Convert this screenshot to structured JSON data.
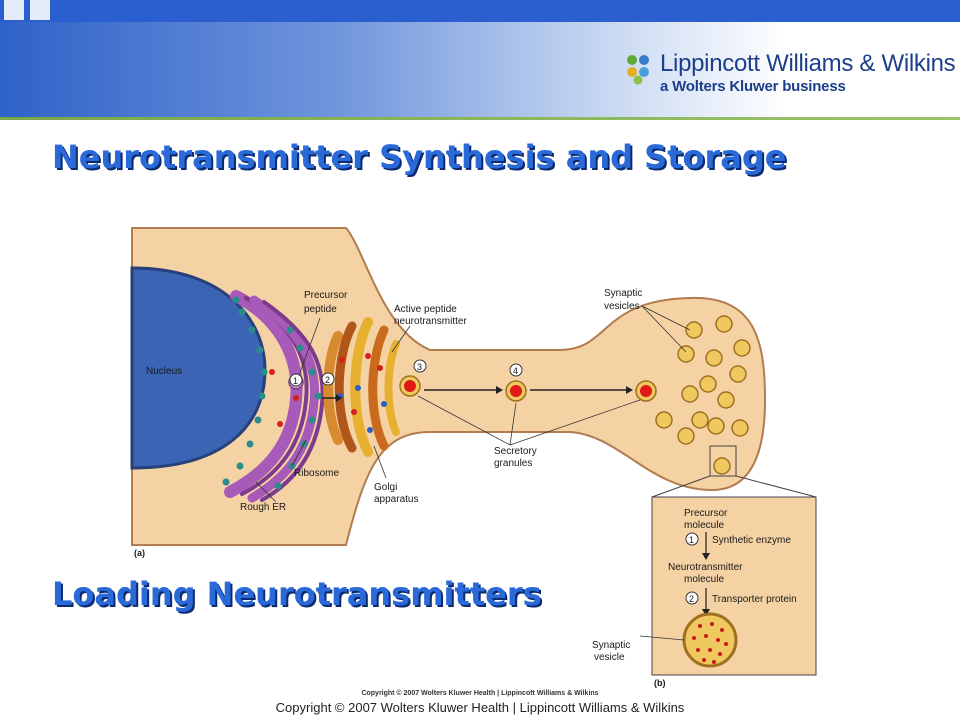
{
  "slide": {
    "title": "Neurotransmitter Synthesis and Storage",
    "subtitle": "Loading Neurotransmitters",
    "copyright_small": "Copyright © 2007 Wolters Kluwer Health | Lippincott Williams & Wilkins",
    "copyright_footer": "Copyright © 2007 Wolters Kluwer Health | Lippincott Williams & Wilkins"
  },
  "logo": {
    "name": "Lippincott Williams & Wilkins",
    "tagline": "a Wolters Kluwer business"
  },
  "figure_a": {
    "panel_label": "(a)",
    "labels": {
      "nucleus": "Nucleus",
      "precursor_1": "Precursor",
      "precursor_2": "peptide",
      "active_1": "Active peptide",
      "active_2": "neurotransmitter",
      "synaptic_1": "Synaptic",
      "synaptic_2": "vesicles",
      "ribosome": "Ribosome",
      "rough_er": "Rough ER",
      "golgi_1": "Golgi",
      "golgi_2": "apparatus",
      "secretory_1": "Secretory",
      "secretory_2": "granules"
    },
    "steps": [
      "1",
      "2",
      "3",
      "4"
    ]
  },
  "figure_b": {
    "panel_label": "(b)",
    "precursor_1": "Precursor",
    "precursor_2": "molecule",
    "step1": "1",
    "enzyme": "Synthetic enzyme",
    "nt_1": "Neurotransmitter",
    "nt_2": "molecule",
    "step2": "2",
    "transporter": "Transporter protein",
    "vesicle_1": "Synaptic",
    "vesicle_2": "vesicle"
  },
  "colors": {
    "cell": "#f5d2a4",
    "nucleus": "#3c64b4",
    "er": "#7d3b8c",
    "golgi": "#c96a1c",
    "title": "#2a6ad8"
  }
}
